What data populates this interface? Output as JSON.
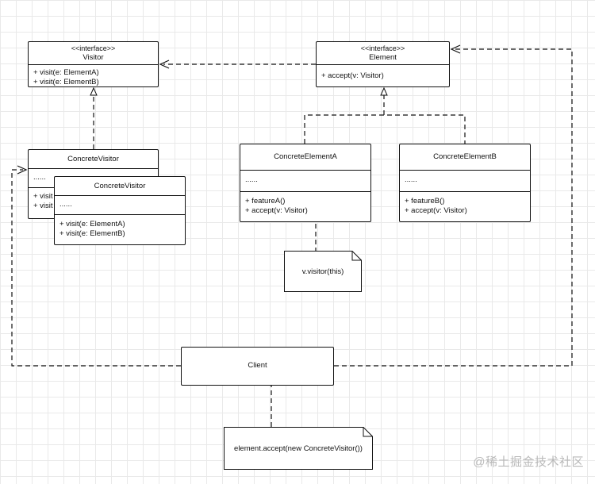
{
  "visitor_interface": {
    "stereotype": "<<interface>>",
    "name": "Visitor",
    "methods": [
      "+ visit(e: ElementA)",
      "+ visit(e: ElementB)"
    ]
  },
  "element_interface": {
    "stereotype": "<<interface>>",
    "name": "Element",
    "methods": [
      "+ accept(v: Visitor)"
    ]
  },
  "concrete_visitor_back": {
    "name": "ConcreteVisitor",
    "fields": "......",
    "methods": [
      "+ visit",
      "+ visit"
    ]
  },
  "concrete_visitor_front": {
    "name": "ConcreteVisitor",
    "fields": "......",
    "methods": [
      "+ visit(e: ElementA)",
      "+ visit(e: ElementB)"
    ]
  },
  "concrete_element_a": {
    "name": "ConcreteElementA",
    "fields": "......",
    "methods": [
      "+ featureA()",
      "+ accept(v: Visitor)"
    ]
  },
  "concrete_element_b": {
    "name": "ConcreteElementB",
    "fields": "......",
    "methods": [
      "+ featureB()",
      "+ accept(v: Visitor)"
    ]
  },
  "note_a": {
    "text": "v.visitor(this)"
  },
  "client": {
    "name": "Client"
  },
  "note_client": {
    "text": "element.accept(new ConcreteVisitor())"
  },
  "watermark": "@稀土掘金技术社区",
  "colors": {
    "line": "#111111",
    "grid": "#e9e9e9",
    "watermark": "#b9b9b9"
  }
}
